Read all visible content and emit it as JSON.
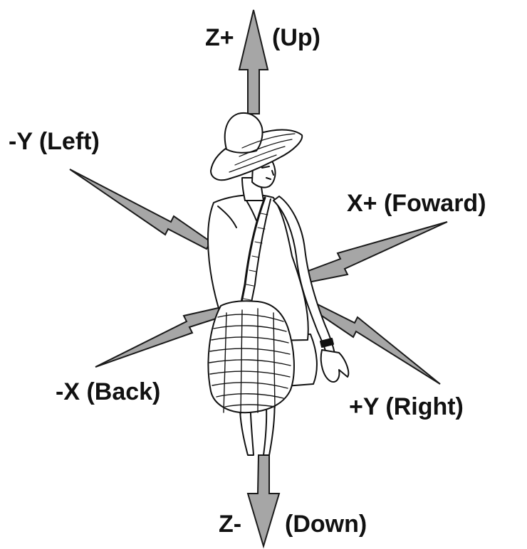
{
  "labels": {
    "z_plus": "Z+",
    "up": "(Up)",
    "y_minus": "-Y (Left)",
    "x_plus": "X+ (Foward)",
    "x_minus": "-X (Back)",
    "y_plus": "+Y (Right)",
    "z_minus": "Z-",
    "down": "(Down)"
  },
  "colors": {
    "arrow_fill": "#a6a6a6",
    "arrow_stroke": "#1a1a1a",
    "figure_stroke": "#111111",
    "text": "#111111"
  },
  "figure": {
    "icon": "woman-with-hat-and-bag-figure"
  }
}
